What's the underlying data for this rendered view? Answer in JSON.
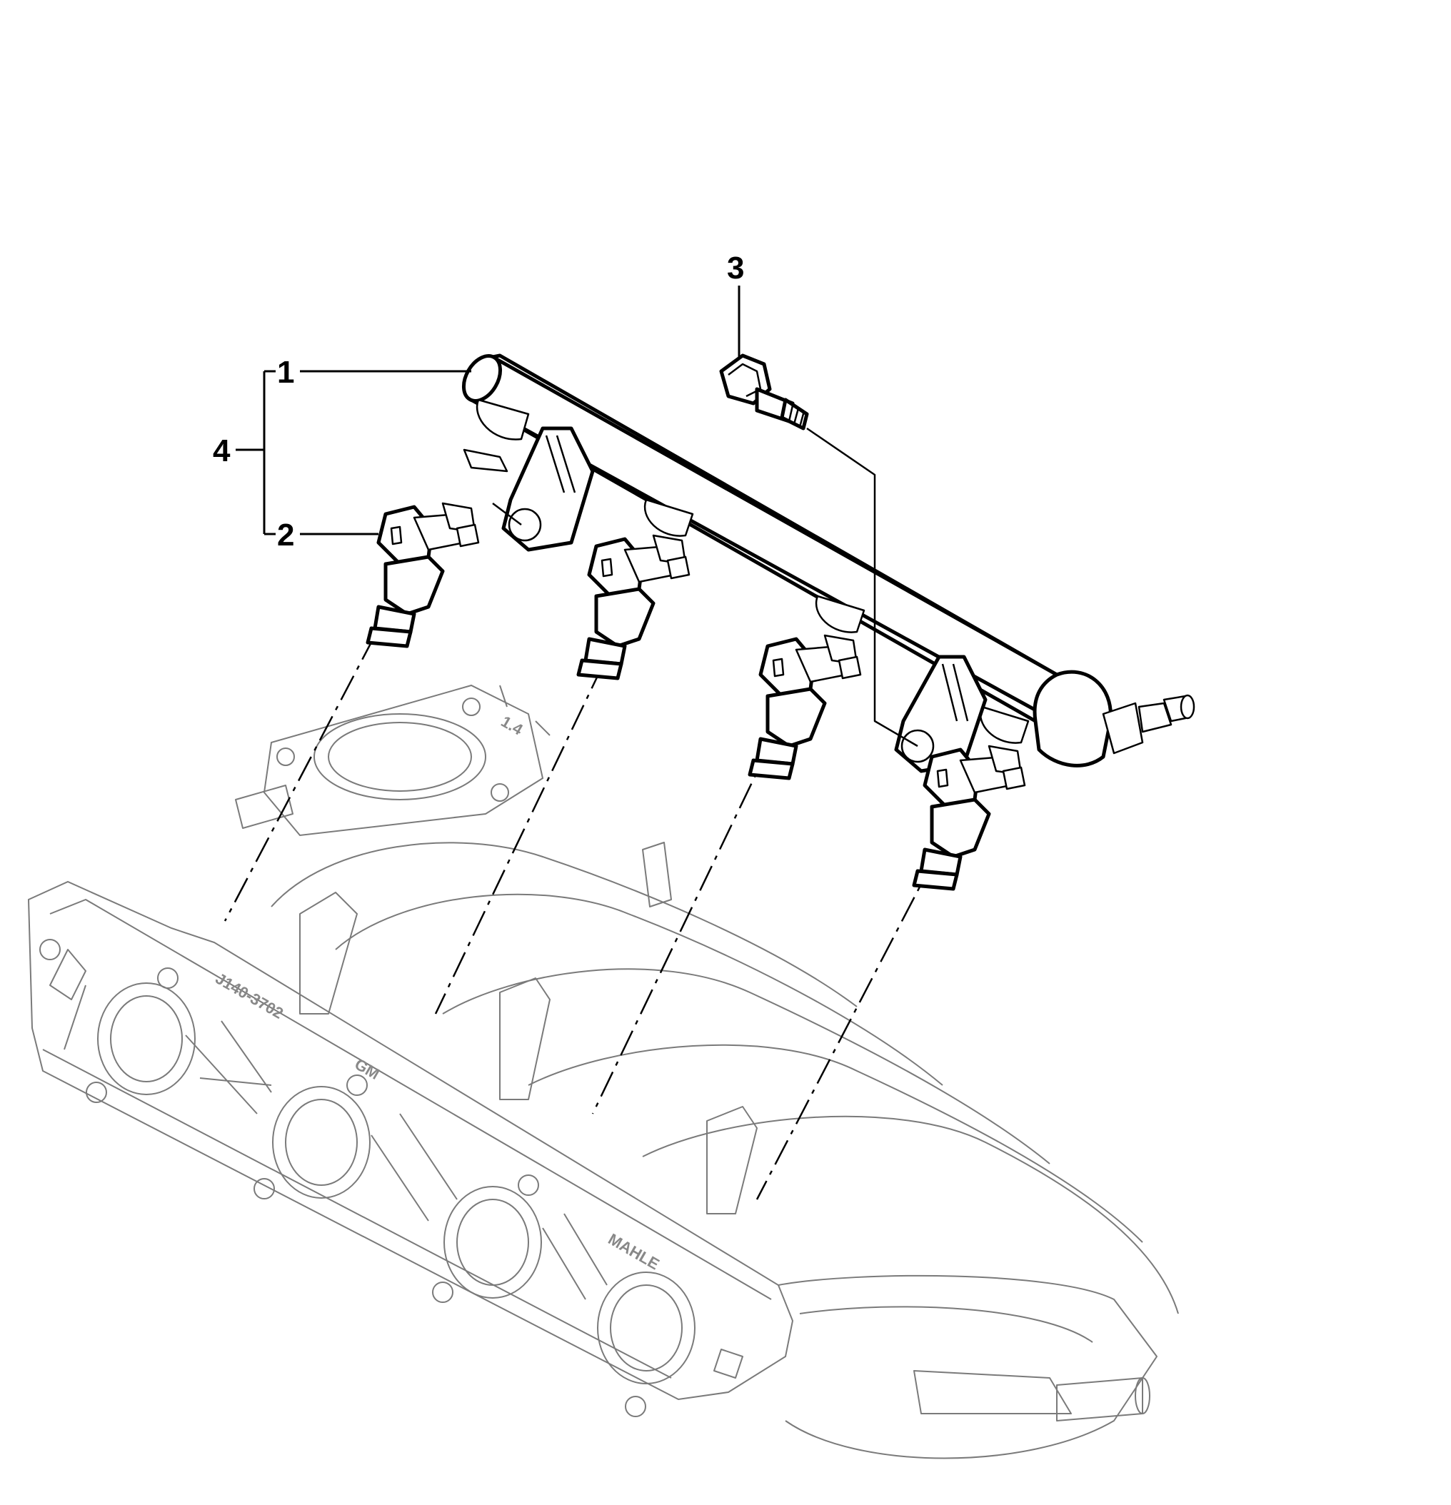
{
  "callouts": {
    "c1": "1",
    "c2": "2",
    "c3": "3",
    "c4": "4"
  },
  "embossed": {
    "maker": "MAHLE",
    "logo": "GM",
    "part_code": "J140-3702",
    "size_mark": "1.4"
  }
}
